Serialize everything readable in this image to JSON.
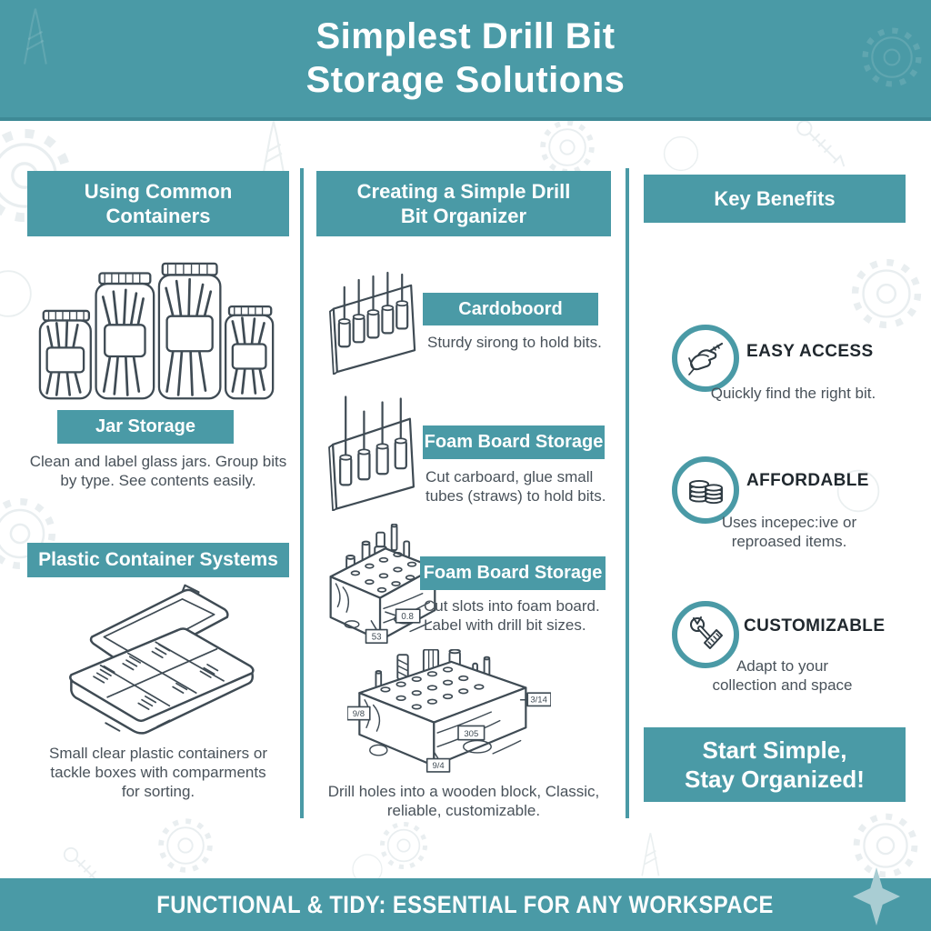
{
  "colors": {
    "teal": "#4a9aa6",
    "teal_edge": "#3e8a96",
    "pale_teal": "#a9cdd3",
    "ink": "#2f3b43",
    "body_text": "#49525a"
  },
  "header": {
    "title": "Simplest Drill Bit Storage Solutions"
  },
  "columns": {
    "left": {
      "header": "Using Common Containers",
      "jar": {
        "illustration": "glass-jars-with-drill-bits",
        "label": "Jar Storage",
        "description": "Clean and label glass jars. Group bits by type. See contents easily."
      },
      "plastic": {
        "header": "Plastic Container Systems",
        "illustration": "tackle-box-with-compartments",
        "description": "Small clear plastic containers or tackle boxes with comparments for sorting."
      }
    },
    "middle": {
      "header": "Creating a Simple Drill Bit Organizer",
      "items": [
        {
          "label": "Cardoboord",
          "description": "Sturdy sirong to hold bits.",
          "illustration": "cardboard-tube-rack"
        },
        {
          "label": "Foam Board Storage",
          "description": "Cut carboard, glue small tubes (straws) to hold bits.",
          "illustration": "foam-tube-rack"
        },
        {
          "label": "Foam Board Storage",
          "description": "Cut slots into foam board. Label with drill bit sizes.",
          "illustration": "wood-block-small",
          "tags": [
            "0.8",
            "53"
          ]
        },
        {
          "label": "",
          "description": "Drill holes into a wooden block, Classic, reliable, customizable.",
          "illustration": "wood-block-large",
          "tags": [
            "9/8",
            "3/14",
            "305",
            "9/4"
          ]
        }
      ]
    },
    "right": {
      "header": "Key Benefits",
      "benefits": [
        {
          "icon": "hand-icon",
          "title": "EASY ACCESS",
          "description": "Quickly find the right bit."
        },
        {
          "icon": "coins-icon",
          "title": "AFFORDABLE",
          "description": "Uses incepec:ive or reproased items."
        },
        {
          "icon": "wrench-icon",
          "title": "CUSTOMIZABLE",
          "description": "Adapt to your collection and space"
        }
      ],
      "cta": "Start Simple, Stay Organized!"
    }
  },
  "footer": {
    "text": "FUNCTIONAL & TIDY: ESSENTIAL FOR ANY WORKSPACE"
  }
}
